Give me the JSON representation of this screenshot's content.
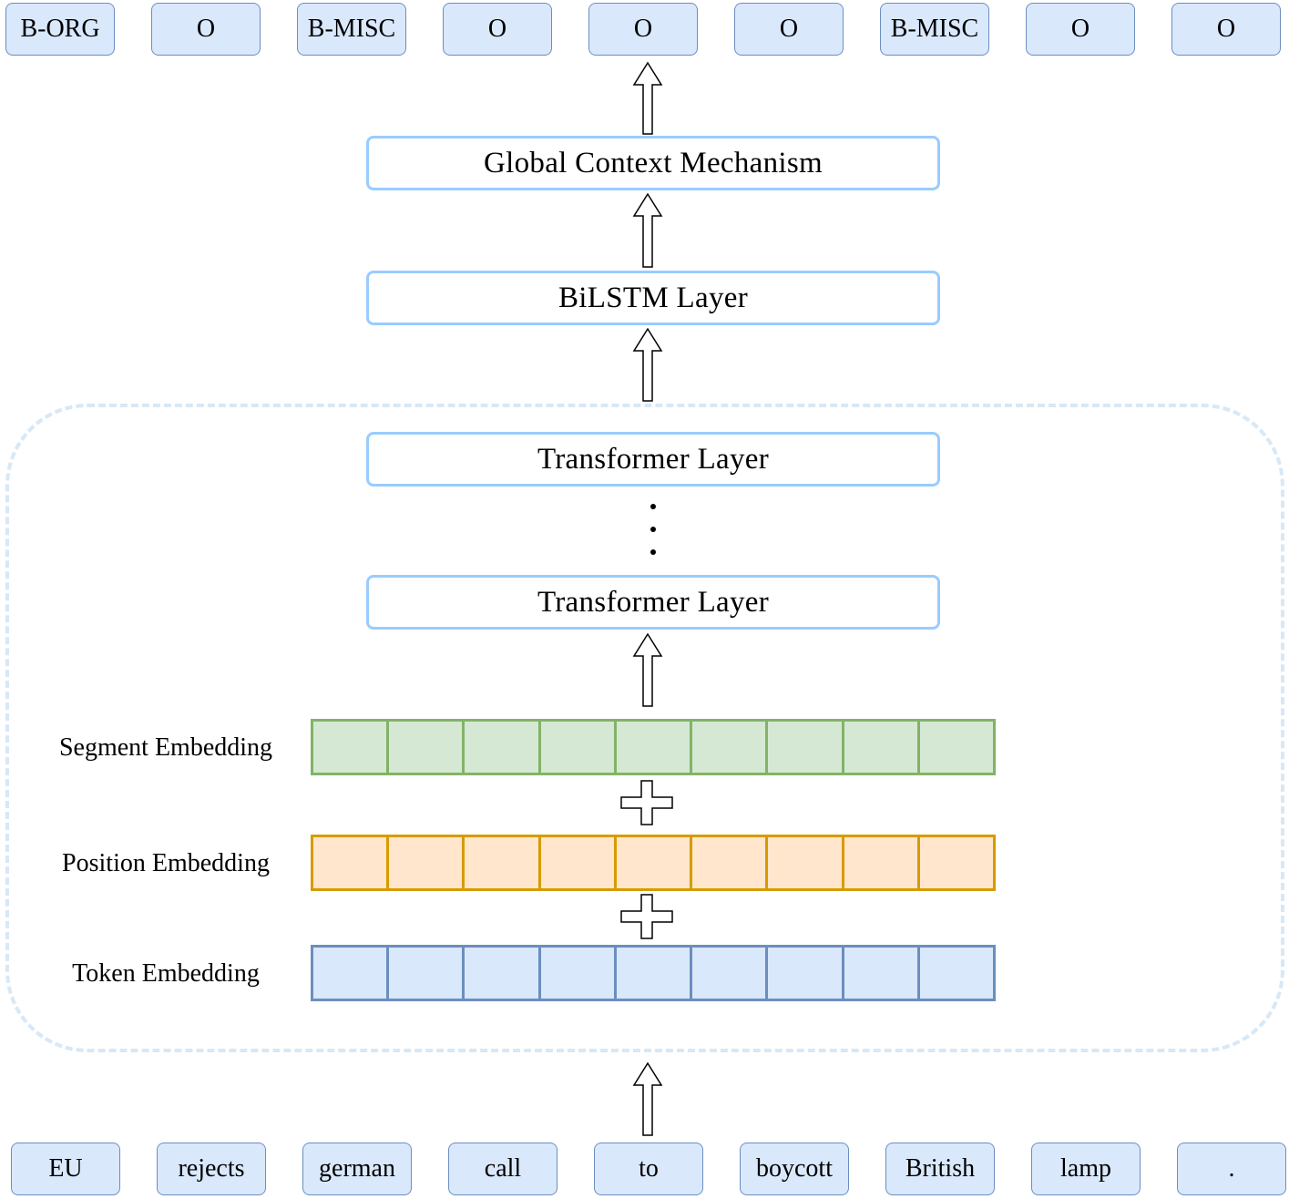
{
  "output_tags": [
    "B-ORG",
    "O",
    "B-MISC",
    "O",
    "O",
    "O",
    "B-MISC",
    "O",
    "O"
  ],
  "input_tokens": [
    "EU",
    "rejects",
    "german",
    "call",
    "to",
    "boycott",
    "British",
    "lamp",
    "."
  ],
  "layers": {
    "global_context": "Global Context Mechanism",
    "bilstm": "BiLSTM Layer",
    "transformer_top": "Transformer Layer",
    "transformer_bottom": "Transformer Layer"
  },
  "embeddings": {
    "segment": "Segment Embedding",
    "position": "Position Embedding",
    "token": "Token Embedding"
  },
  "colors": {
    "tag_fill": "#dae8fc",
    "tag_stroke": "#6c8ebf",
    "layer_stroke": "#99ccff",
    "segment_fill": "#d5e8d4",
    "segment_stroke": "#82b366",
    "position_fill": "#ffe6cc",
    "position_stroke": "#d79b00",
    "token_fill": "#dae8fc",
    "token_stroke": "#6c8ebf",
    "frame_stroke": "#d7e8f7"
  },
  "icons": [
    "up-arrow-icon",
    "plus-icon",
    "ellipsis-vertical-icon"
  ]
}
